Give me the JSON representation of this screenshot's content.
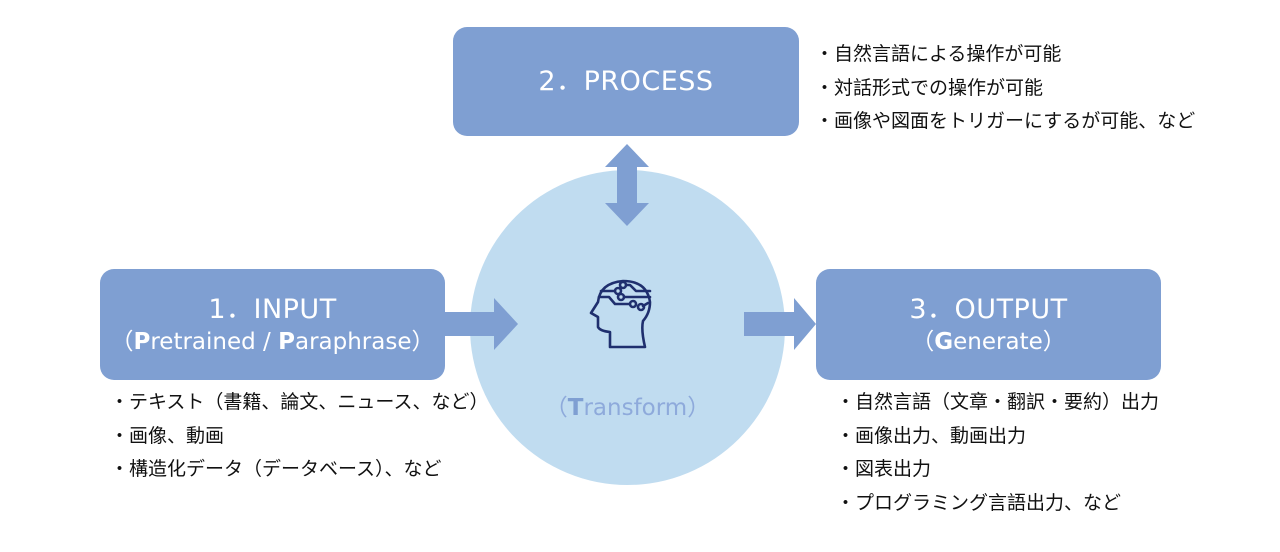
{
  "colors": {
    "box_fill": "#7f9fd2",
    "circle_fill": "#c0dcf0",
    "icon_stroke": "#1f2f6e",
    "transform_text": "#8eaadb"
  },
  "process": {
    "title": "2．PROCESS",
    "bullets": [
      "・自然言語による操作が可能",
      "・対話形式での操作が可能",
      "・画像や図面をトリガーにするが可能、など"
    ]
  },
  "input": {
    "title": "1．INPUT",
    "subtitle_open": "（",
    "subtitle_p1_bold": "P",
    "subtitle_p1_rest": "retrained / ",
    "subtitle_p2_bold": "P",
    "subtitle_p2_rest": "araphrase",
    "subtitle_close": "）",
    "bullets": [
      "・テキスト（書籍、論文、ニュース、など）",
      "・画像、動画",
      "・構造化データ（データベース）、など"
    ]
  },
  "transform": {
    "icon": "ai-brain-head-icon",
    "open": "（",
    "bold": "T",
    "rest": "ransform",
    "close": "）"
  },
  "output": {
    "title": "3．OUTPUT",
    "subtitle_open": "（",
    "subtitle_bold": "G",
    "subtitle_rest": "enerate",
    "subtitle_close": "）",
    "bullets": [
      "・自然言語（文章・翻訳・要約）出力",
      "・画像出力、動画出力",
      "・図表出力",
      "・プログラミング言語出力、など"
    ]
  }
}
